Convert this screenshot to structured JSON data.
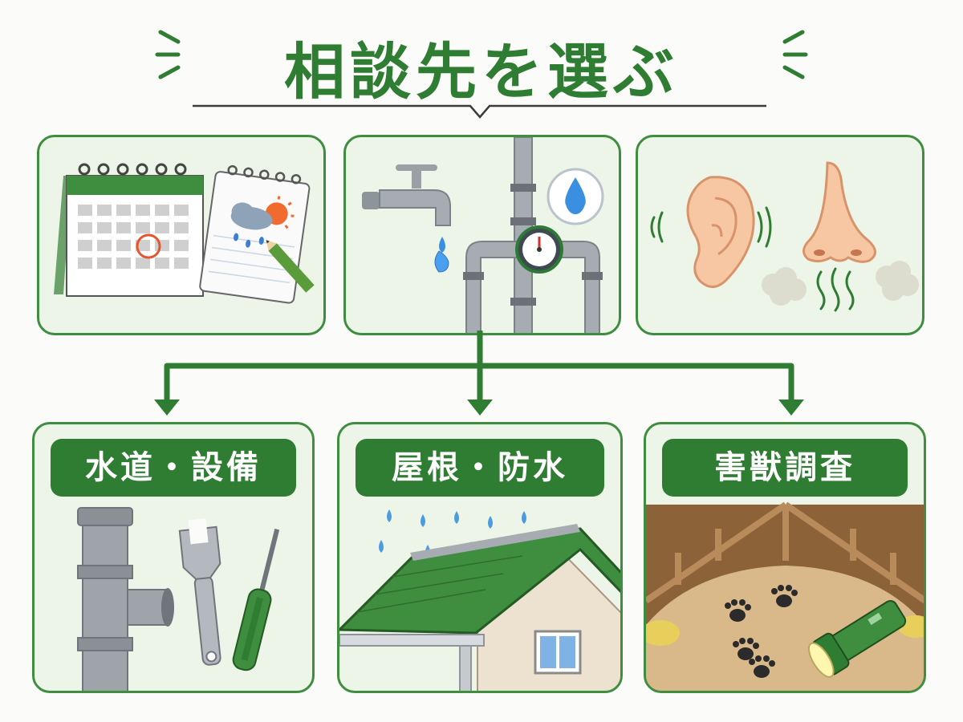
{
  "title": "相談先を選ぶ",
  "colors": {
    "accent": "#2e7d32",
    "panel_bg": "#edf5e8",
    "border": "#3f8d3f"
  },
  "symptom_panels": [
    {
      "icon": "calendar-weather-icon"
    },
    {
      "icon": "faucet-pipe-meter-icon"
    },
    {
      "icon": "ear-nose-smell-icon"
    }
  ],
  "categories": [
    {
      "label": "水道・設備",
      "icon": "pipe-wrench-screwdriver-icon"
    },
    {
      "label": "屋根・防水",
      "icon": "house-roof-rain-icon"
    },
    {
      "label": "害獣調査",
      "icon": "attic-pawprint-flashlight-icon"
    }
  ]
}
